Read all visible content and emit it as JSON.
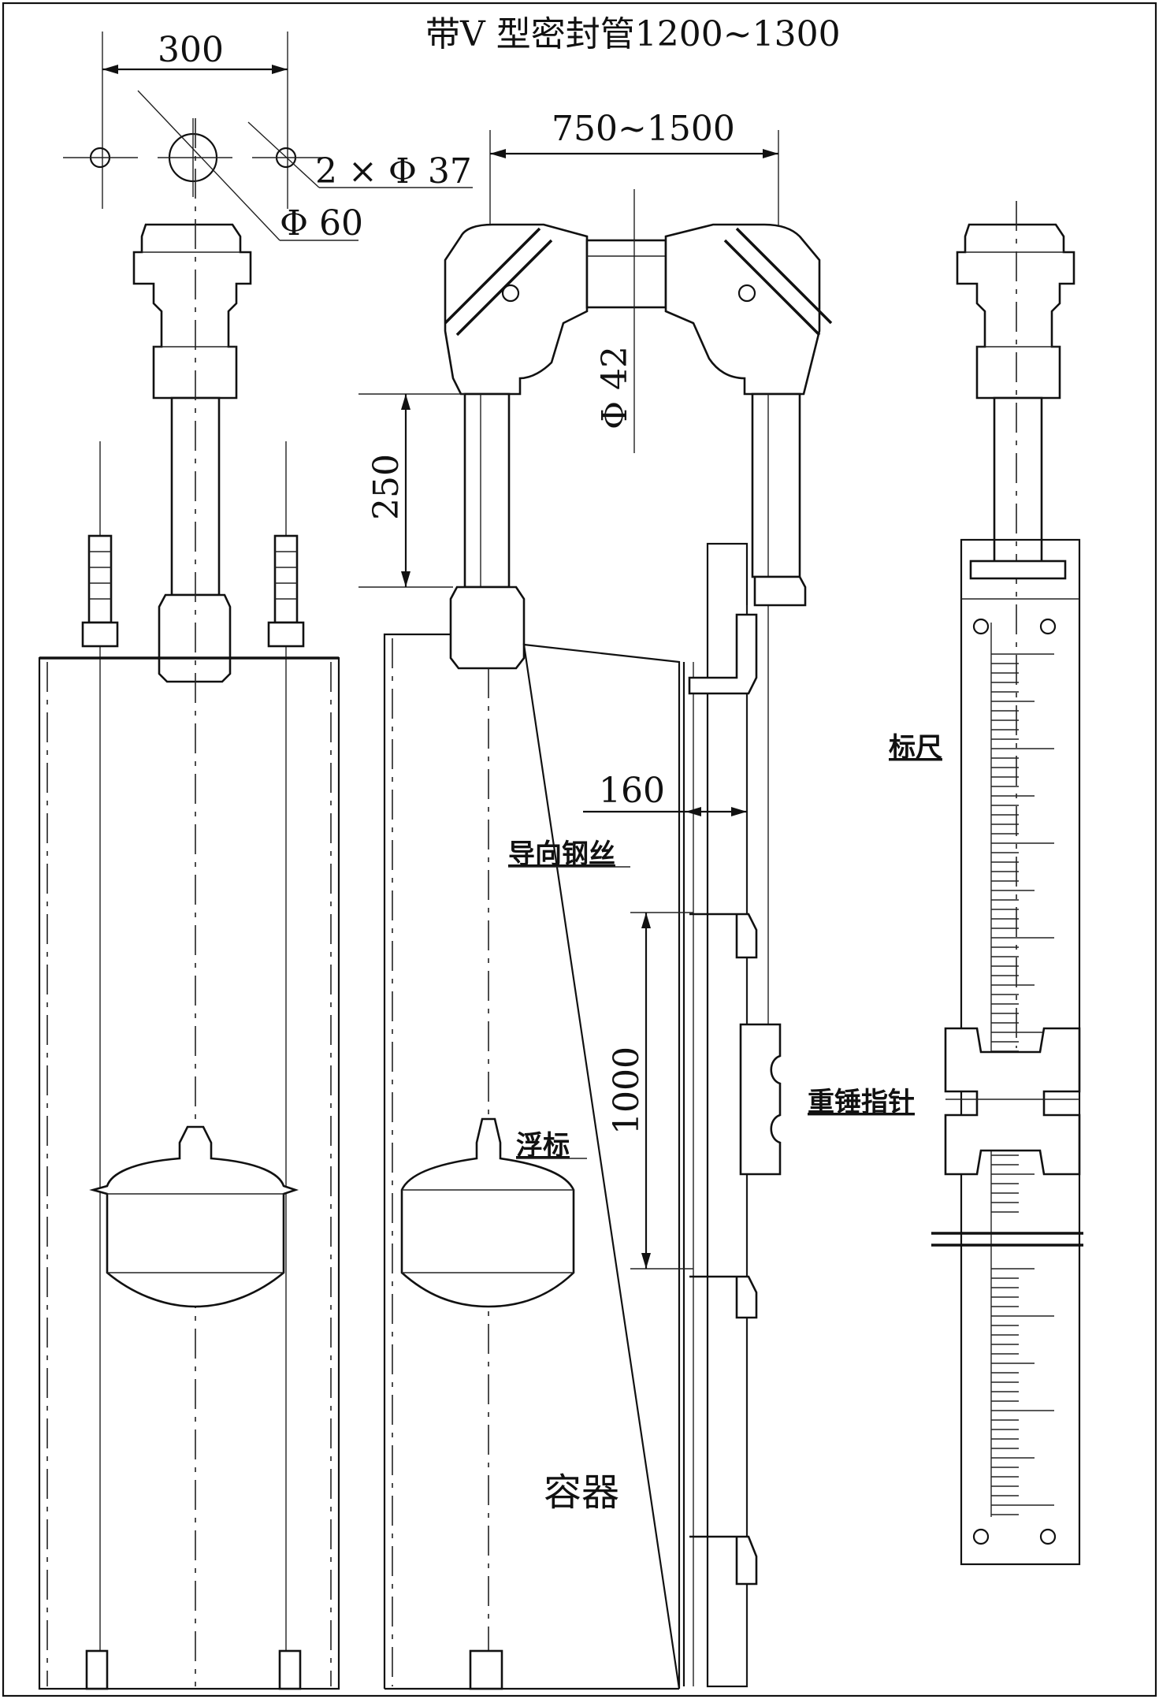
{
  "title": "带V 型密封管1200~1300",
  "dimensions": {
    "width_300": "300",
    "span_750_1500": "750~1500",
    "holes": "2 × Φ 37",
    "phi_60": "Φ 60",
    "phi_42": "Φ 42",
    "h_250": "250",
    "w_160": "160",
    "h_1000": "1000"
  },
  "labels": {
    "guide_wire": "导向钢丝",
    "float": "浮标",
    "scale": "标尺",
    "weight_pointer": "重锤指针",
    "container": "容器"
  }
}
